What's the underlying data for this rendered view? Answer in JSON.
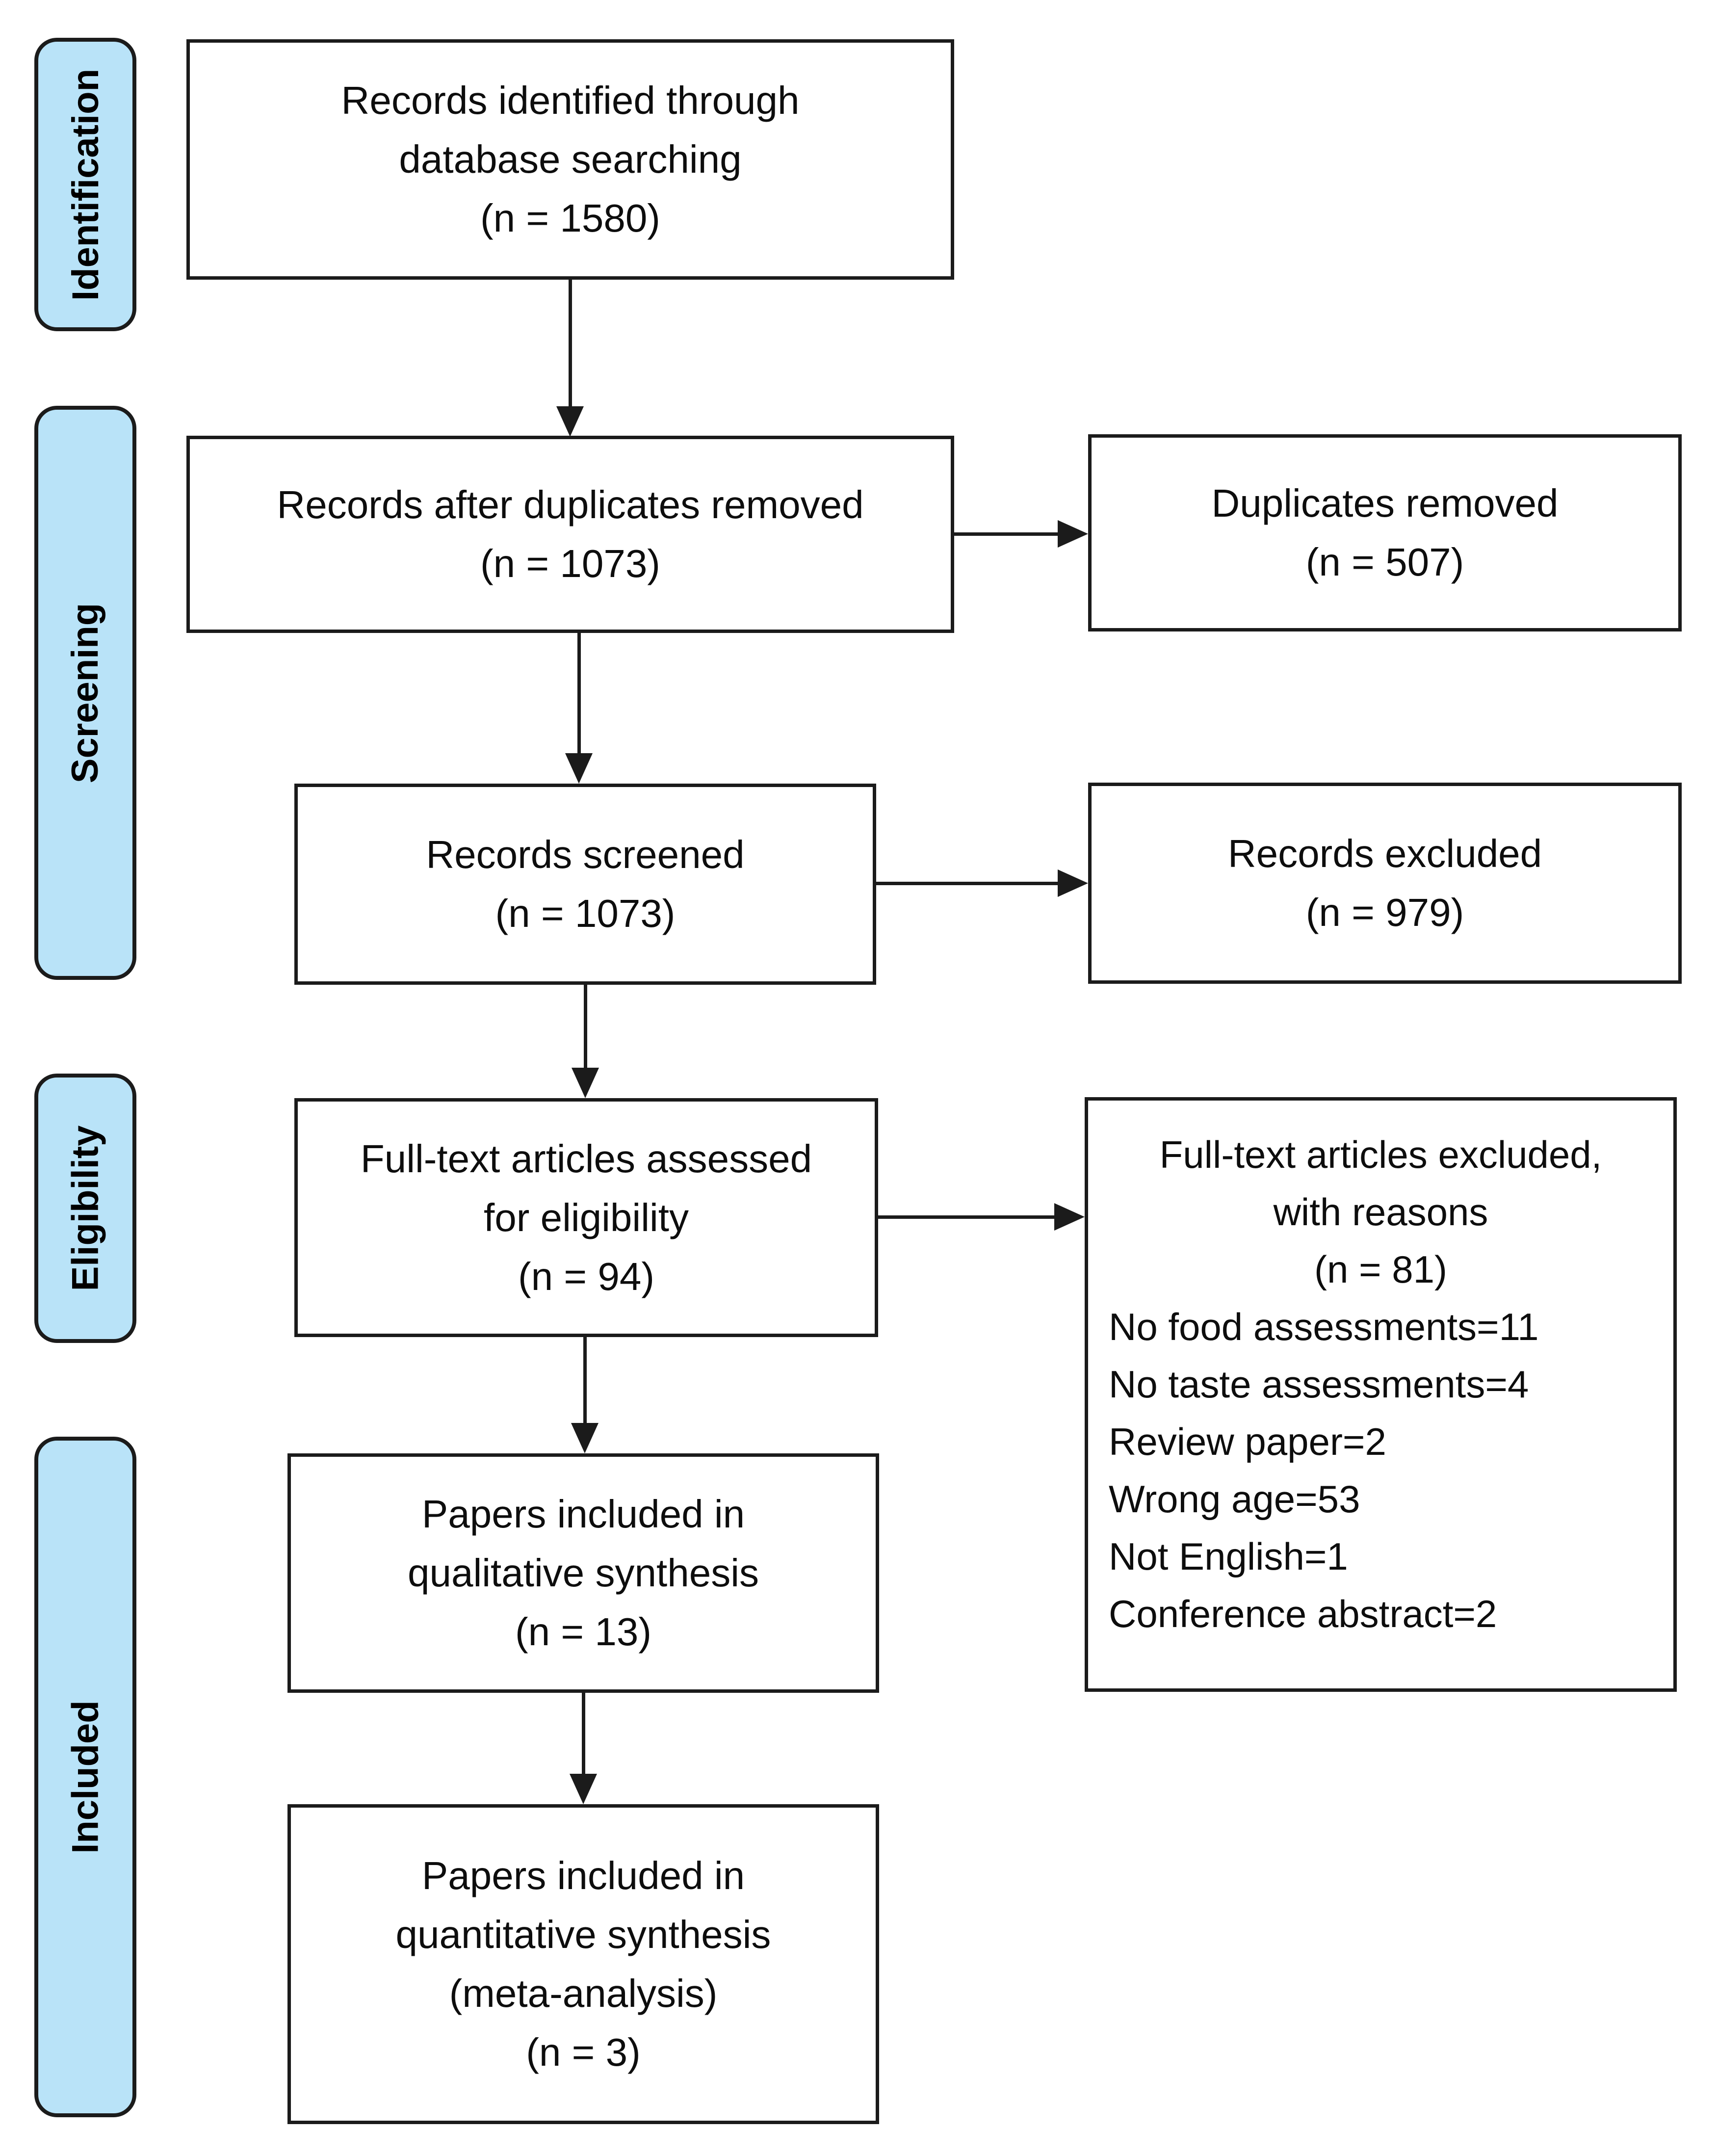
{
  "colors": {
    "stage_fill": "#B9E3F8",
    "line": "#1b1b1b",
    "box_fill": "#ffffff",
    "text": "#0d0d0d"
  },
  "stages": {
    "identification": "Identification",
    "screening": "Screening",
    "eligibility": "Eligibility",
    "included": "Included"
  },
  "boxes": {
    "records_identified": "Records identified through\ndatabase searching\n(n = 1580)",
    "records_after_duplicates": "Records after duplicates removed\n(n = 1073)",
    "duplicates_removed": "Duplicates removed\n(n = 507)",
    "records_screened": "Records screened\n(n = 1073)",
    "records_excluded": "Records excluded\n(n = 979)",
    "fulltext_assessed": "Full-text articles assessed\nfor eligibility\n(n = 94)",
    "fulltext_excluded_heading": "Full-text articles excluded,\nwith reasons\n(n = 81)",
    "fulltext_excluded_reasons": "No food assessments=11\nNo taste assessments=4\nReview paper=2\nWrong age=53\nNot English=1\nConference abstract=2",
    "qualitative_synthesis": "Papers included in\nqualitative synthesis\n(n = 13)",
    "quantitative_synthesis": "Papers included in\nquantitative synthesis\n(meta-analysis)\n(n = 3)"
  },
  "counts": {
    "identified": 1580,
    "after_duplicates": 1073,
    "duplicates_removed": 507,
    "screened": 1073,
    "records_excluded": 979,
    "fulltext_assessed": 94,
    "fulltext_excluded": 81,
    "qualitative_synthesis": 13,
    "quantitative_synthesis": 3,
    "exclusion_reasons": {
      "No food assessments": 11,
      "No taste assessments": 4,
      "Review paper": 2,
      "Wrong age": 53,
      "Not English": 1,
      "Conference abstract": 2
    }
  }
}
